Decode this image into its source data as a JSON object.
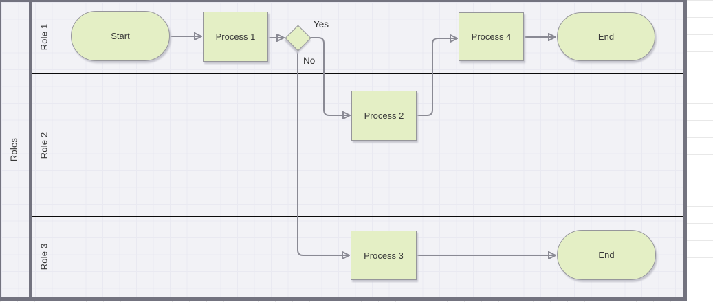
{
  "diagram": {
    "pool_title": "Roles",
    "lanes": [
      {
        "label": "Role 1"
      },
      {
        "label": "Role 2"
      },
      {
        "label": "Role 3"
      }
    ],
    "nodes": [
      {
        "id": "start",
        "type": "terminator",
        "lane": "Role 1",
        "label": "Start"
      },
      {
        "id": "process1",
        "type": "process",
        "lane": "Role 1",
        "label": "Process 1"
      },
      {
        "id": "decision",
        "type": "decision",
        "lane": "Role 1",
        "label": ""
      },
      {
        "id": "process2",
        "type": "process",
        "lane": "Role 2",
        "label": "Process 2"
      },
      {
        "id": "process3",
        "type": "process",
        "lane": "Role 3",
        "label": "Process 3"
      },
      {
        "id": "process4",
        "type": "process",
        "lane": "Role 1",
        "label": "Process 4"
      },
      {
        "id": "end1",
        "type": "terminator",
        "lane": "Role 1",
        "label": "End"
      },
      {
        "id": "end3",
        "type": "terminator",
        "lane": "Role 3",
        "label": "End"
      }
    ],
    "edges": [
      {
        "from": "start",
        "to": "process1",
        "label": ""
      },
      {
        "from": "process1",
        "to": "decision",
        "label": ""
      },
      {
        "from": "decision",
        "to": "process2",
        "label": "Yes"
      },
      {
        "from": "decision",
        "to": "process3",
        "label": "No"
      },
      {
        "from": "process2",
        "to": "process4",
        "label": ""
      },
      {
        "from": "process4",
        "to": "end1",
        "label": ""
      },
      {
        "from": "process3",
        "to": "end3",
        "label": ""
      }
    ],
    "colors": {
      "node_fill": "#e4efc5",
      "node_border": "#96969b",
      "edge": "#8a8a94",
      "lane_divider": "#0b0b0b",
      "pool_border": "#73737f",
      "pool_background": "#f2f2f6",
      "page_background": "#ffffff"
    }
  }
}
